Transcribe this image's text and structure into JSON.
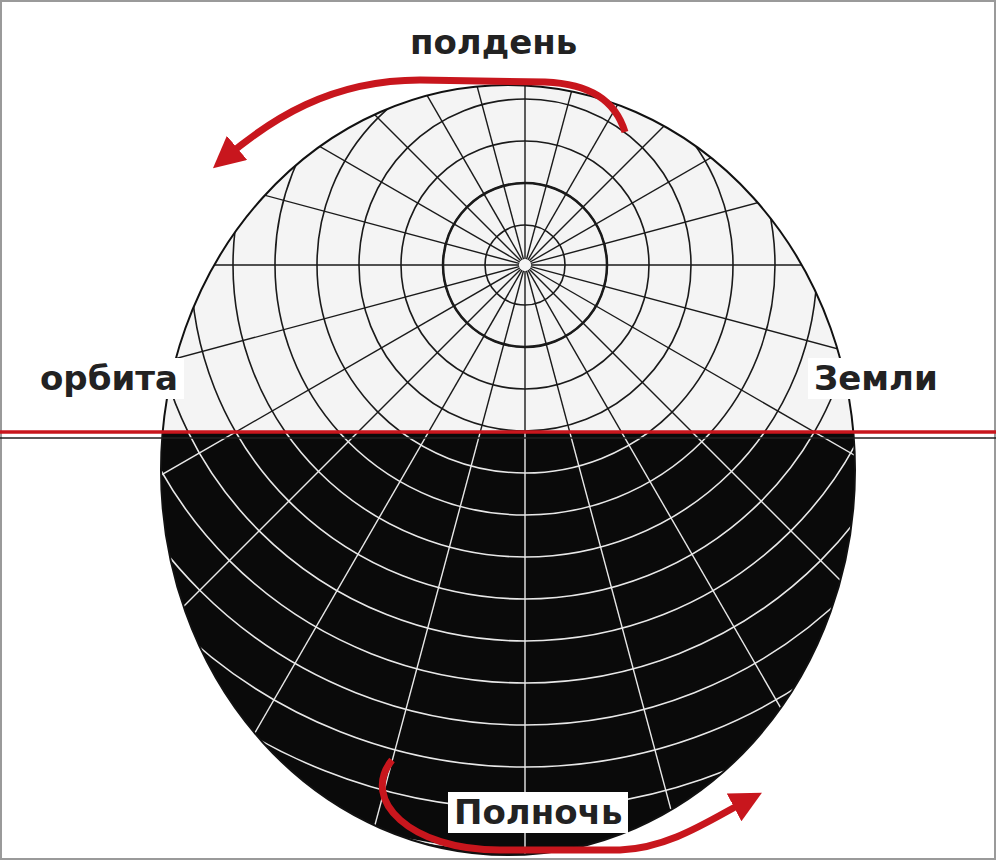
{
  "diagram": {
    "labels": [
      "полдень",
      "орбита",
      "Земли",
      "Полночь"
    ]
  }
}
